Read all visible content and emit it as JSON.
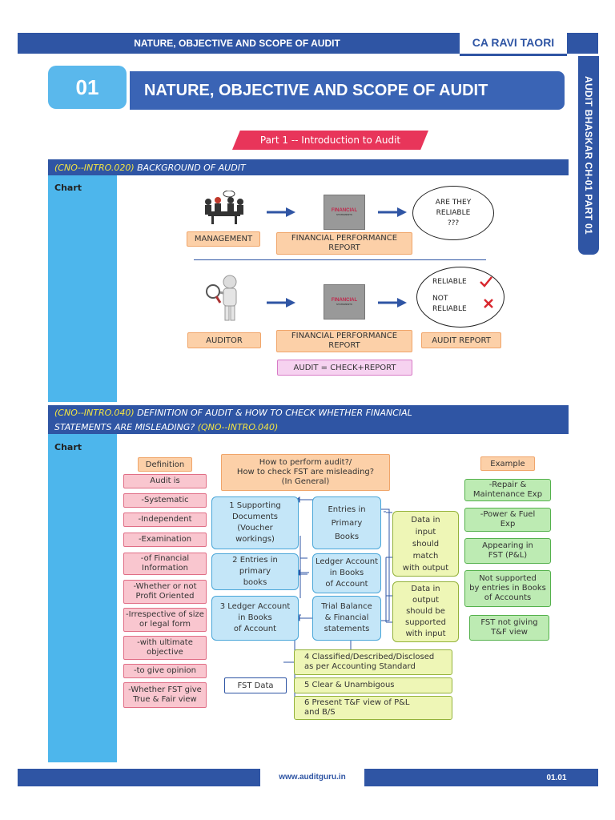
{
  "header": {
    "left_title": "NATURE, OBJECTIVE AND SCOPE OF AUDIT",
    "author": "CA RAVI TAORI"
  },
  "side_tab": "AUDIT BHASKAR CH-01 PART 01",
  "chapter": {
    "number": "01",
    "title": "NATURE, OBJECTIVE AND SCOPE OF AUDIT"
  },
  "part_banner": "Part 1 -- Introduction to Audit",
  "section1": {
    "code": "(CNO--INTRO.020)",
    "title": "BACKGROUND OF AUDIT",
    "chart_label": "Chart",
    "management": "MANAGEMENT",
    "fpr_1": "FINANCIAL PERFORMANCE REPORT",
    "question": [
      "ARE THEY",
      "RELIABLE",
      "???"
    ],
    "auditor": "AUDITOR",
    "fpr_2": "FINANCIAL PERFORMANCE REPORT",
    "audit_report": "AUDIT REPORT",
    "reliable": "RELIABLE",
    "not_reliable": [
      "NOT",
      "RELIABLE"
    ],
    "equation": "AUDIT = CHECK+REPORT",
    "fs_image_text": [
      "FINANCIAL",
      "STATEMENTS"
    ],
    "tick_color": "#d9282f",
    "cross_color": "#d9282f"
  },
  "section2": {
    "line1_code": "(CNO--INTRO.040)",
    "line1_text": "DEFINITION OF AUDIT & HOW TO CHECK WHETHER FINANCIAL",
    "line2_text": "STATEMENTS ARE MISLEADING?",
    "line2_code": "(QNO--INTRO.040)",
    "chart_label": "Chart",
    "definition_head": "Definition",
    "definition_items": [
      "Audit is",
      "-Systematic",
      "-Independent",
      "-Examination",
      "-of Financial Information",
      "-Whether or not Profit Oriented",
      "-Irrespective of size or legal form",
      "-with ultimate objective",
      "-to give opinion",
      "-Whether FST give True & Fair view"
    ],
    "center_head": [
      "How to perform audit?/",
      "How to check FST are misleading?",
      "(In General)"
    ],
    "left_steps": [
      [
        "1 Supporting",
        "Documents",
        "(Voucher",
        "workings)"
      ],
      [
        "2 Entries in",
        "primary",
        "books"
      ],
      [
        "3 Ledger Account",
        "in Books",
        "of Account"
      ]
    ],
    "right_steps": [
      [
        "Entries in",
        "Primary",
        "Books"
      ],
      [
        "Ledger Account",
        "in Books",
        "of Account"
      ],
      [
        "Trial Balance",
        "& Financial",
        "statements"
      ]
    ],
    "match_input": [
      "Data in",
      "input",
      "should",
      "match",
      "with output"
    ],
    "match_output": [
      "Data in",
      "output",
      "should be",
      "supported",
      "with input"
    ],
    "example_head": "Example",
    "example_items": [
      [
        "-Repair &",
        "Maintenance Exp"
      ],
      [
        "-Power & Fuel",
        "Exp"
      ],
      [
        "Appearing in",
        "FST (P&L)"
      ],
      [
        "Not supported",
        "by entries in Books",
        "of Accounts"
      ],
      [
        "FST not giving",
        "T&F view"
      ]
    ],
    "fst_data": "FST Data",
    "fst_items": [
      [
        "4 Classified/Described/Disclosed",
        "as per Accounting Standard"
      ],
      [
        "5 Clear & Unambigous"
      ],
      [
        "6 Present T&F view of P&L",
        "and B/S"
      ]
    ]
  },
  "footer": {
    "website": "www.auditguru.in",
    "page": "01.01"
  },
  "colors": {
    "brand_blue": "#2f55a4",
    "light_blue": "#4db6ec",
    "banner_red": "#e8355a",
    "code_yellow": "#f4e542"
  }
}
